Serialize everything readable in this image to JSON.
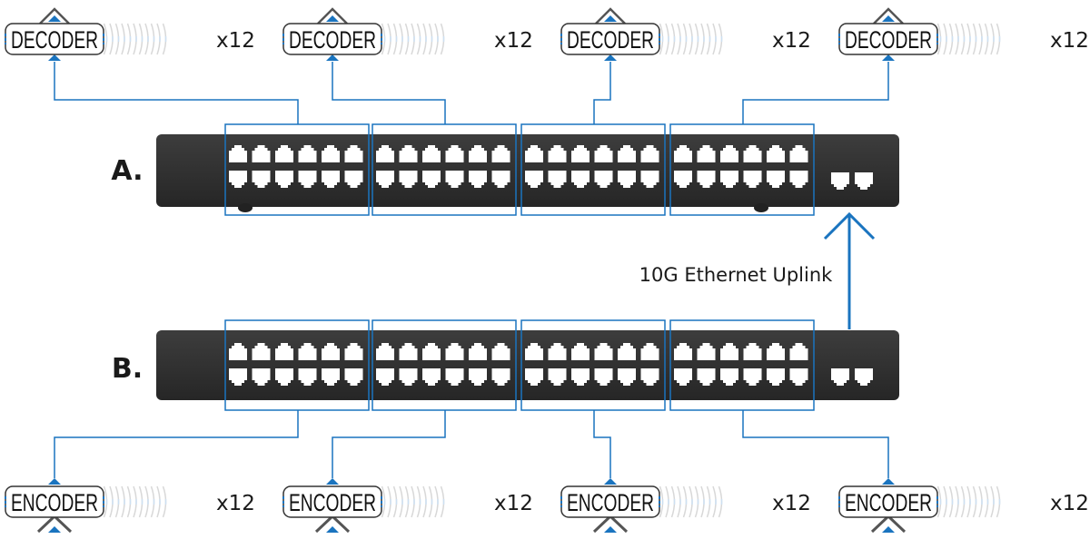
{
  "diagram": {
    "title": "Encoder / Decoder switch topology",
    "accent_color": "#1a74bf",
    "switch_color": "#2f2f2f",
    "switches": [
      {
        "id": "A",
        "label": "A.",
        "port_groups": 4,
        "ports_per_group": 12,
        "uplink_ports": 2
      },
      {
        "id": "B",
        "label": "B.",
        "port_groups": 4,
        "ports_per_group": 12,
        "uplink_ports": 2
      }
    ],
    "decoders": [
      {
        "label": "DECODER",
        "count": "x12"
      },
      {
        "label": "DECODER",
        "count": "x12"
      },
      {
        "label": "DECODER",
        "count": "x12"
      },
      {
        "label": "DECODER",
        "count": "x12"
      }
    ],
    "encoders": [
      {
        "label": "ENCODER",
        "count": "x12"
      },
      {
        "label": "ENCODER",
        "count": "x12"
      },
      {
        "label": "ENCODER",
        "count": "x12"
      },
      {
        "label": "ENCODER",
        "count": "x12"
      }
    ],
    "uplink": {
      "label": "10G Ethernet Uplink",
      "from": "B",
      "to": "A"
    }
  }
}
